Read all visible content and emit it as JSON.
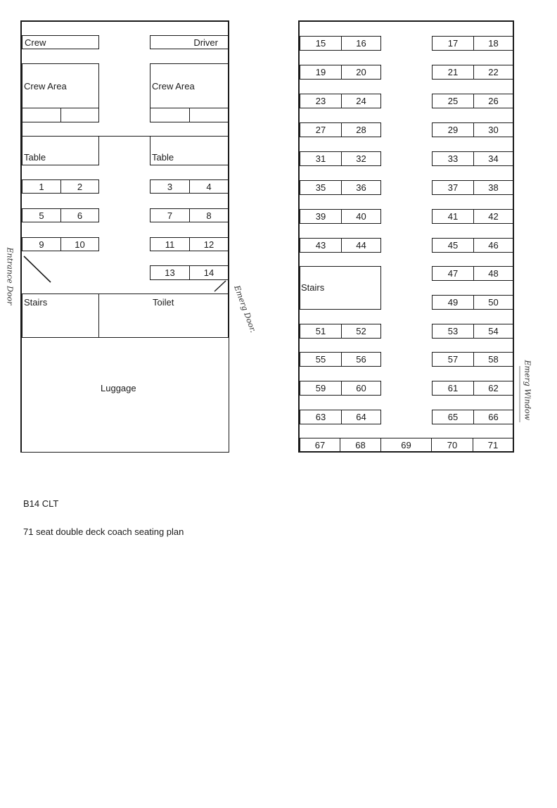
{
  "lower_deck": {
    "crew": "Crew",
    "driver": "Driver",
    "crew_area_left": "Crew Area",
    "crew_area_right": "Crew Area",
    "table_left": "Table",
    "table_right": "Table",
    "stairs": "Stairs",
    "toilet": "Toilet",
    "luggage": "Luggage",
    "seat_rows": [
      [
        "1",
        "2",
        "3",
        "4"
      ],
      [
        "5",
        "6",
        "7",
        "8"
      ],
      [
        "9",
        "10",
        "11",
        "12"
      ],
      [
        "",
        "",
        "13",
        "14"
      ]
    ]
  },
  "upper_deck": {
    "stairs": "Stairs",
    "rows_before_stairs": [
      [
        "15",
        "16",
        "17",
        "18"
      ],
      [
        "19",
        "20",
        "21",
        "22"
      ],
      [
        "23",
        "24",
        "25",
        "26"
      ],
      [
        "27",
        "28",
        "29",
        "30"
      ],
      [
        "31",
        "32",
        "33",
        "34"
      ],
      [
        "35",
        "36",
        "37",
        "38"
      ],
      [
        "39",
        "40",
        "41",
        "42"
      ],
      [
        "43",
        "44",
        "45",
        "46"
      ]
    ],
    "stair_side_seats": [
      [
        "47",
        "48"
      ],
      [
        "49",
        "50"
      ]
    ],
    "rows_after_stairs": [
      [
        "51",
        "52",
        "53",
        "54"
      ],
      [
        "55",
        "56",
        "57",
        "58"
      ],
      [
        "59",
        "60",
        "61",
        "62"
      ],
      [
        "63",
        "64",
        "65",
        "66"
      ]
    ],
    "back_row": [
      "67",
      "68",
      "69",
      "70",
      "71"
    ]
  },
  "annotations": {
    "entrance_door": "Entrance Door",
    "emerg_door": "Emerg Door.",
    "emerg_window": "Emerg Window"
  },
  "caption": {
    "code": "B14 CLT",
    "description": "71 seat double deck coach seating plan"
  }
}
